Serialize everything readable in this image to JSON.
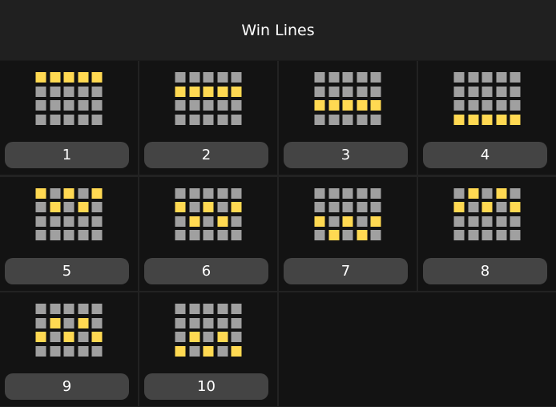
{
  "header": {
    "title": "Win Lines"
  },
  "colors": {
    "active": "#ffd952",
    "inactive": "#a0a0a0",
    "button": "#444444"
  },
  "lines": [
    {
      "label": "1",
      "rows": [
        0,
        0,
        0,
        0,
        0
      ]
    },
    {
      "label": "2",
      "rows": [
        1,
        1,
        1,
        1,
        1
      ]
    },
    {
      "label": "3",
      "rows": [
        2,
        2,
        2,
        2,
        2
      ]
    },
    {
      "label": "4",
      "rows": [
        3,
        3,
        3,
        3,
        3
      ]
    },
    {
      "label": "5",
      "rows": [
        0,
        1,
        0,
        1,
        0
      ]
    },
    {
      "label": "6",
      "rows": [
        1,
        2,
        1,
        2,
        1
      ]
    },
    {
      "label": "7",
      "rows": [
        2,
        3,
        2,
        3,
        2
      ]
    },
    {
      "label": "8",
      "rows": [
        1,
        0,
        1,
        0,
        1
      ]
    },
    {
      "label": "9",
      "rows": [
        2,
        1,
        2,
        1,
        2
      ]
    },
    {
      "label": "10",
      "rows": [
        3,
        2,
        3,
        2,
        3
      ]
    }
  ]
}
